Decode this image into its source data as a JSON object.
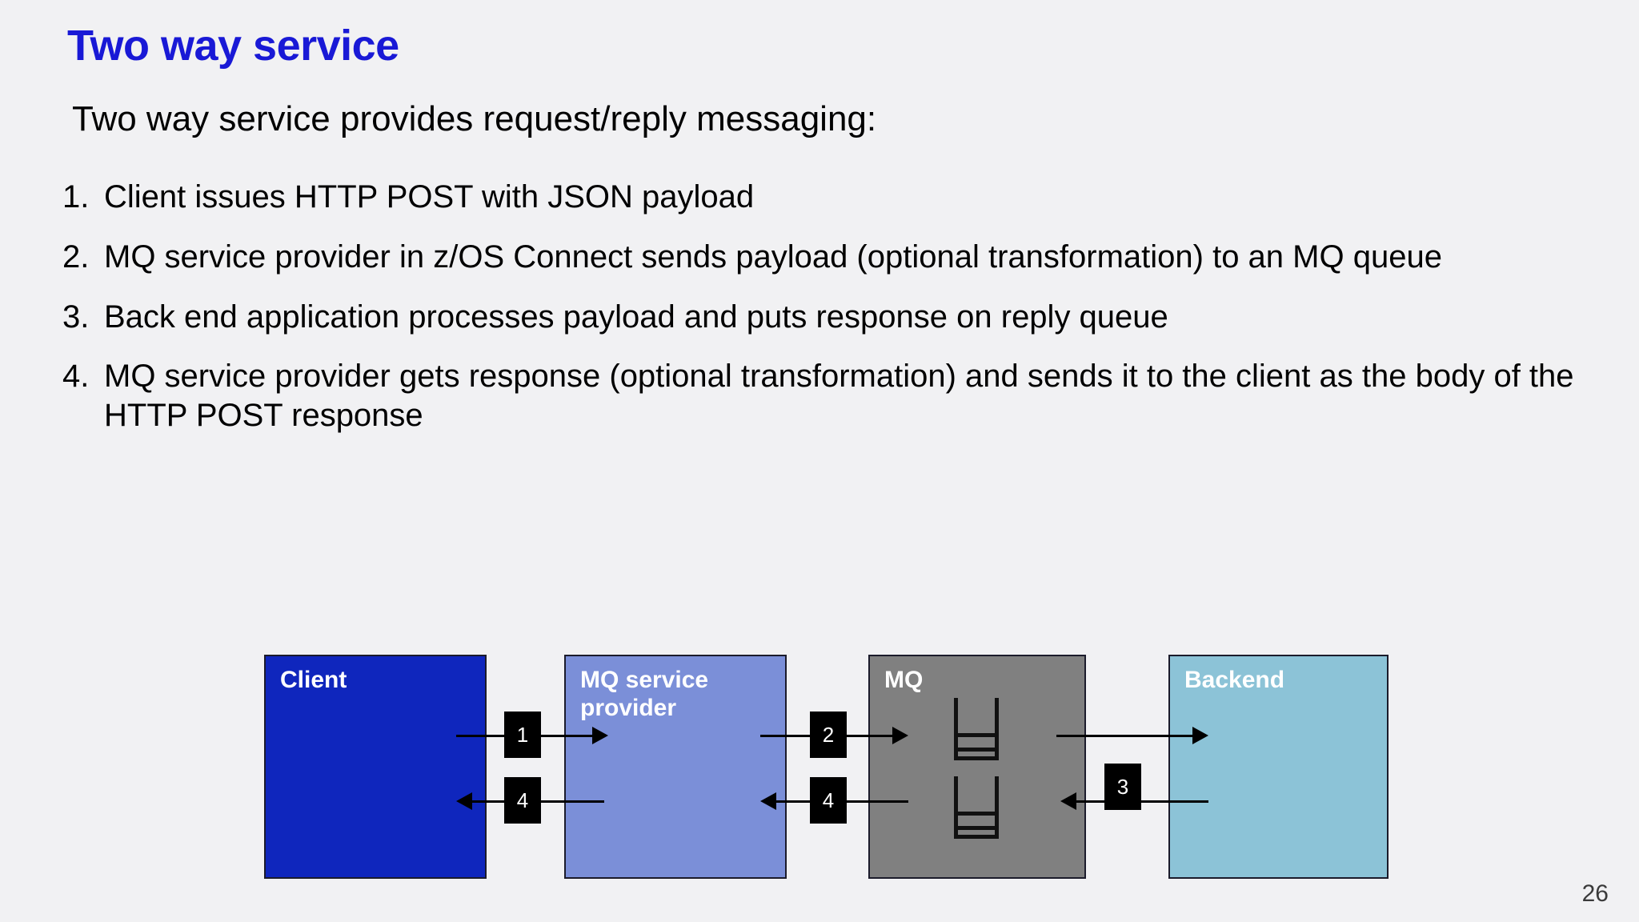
{
  "slide": {
    "title": "Two way service",
    "intro": "Two way service provides request/reply messaging:",
    "page_number": "26",
    "title_color": "#1919d6",
    "background_color": "#f1f1f3"
  },
  "steps": [
    {
      "number": "1.",
      "text": "Client issues HTTP POST with JSON payload"
    },
    {
      "number": "2.",
      "text": "MQ service provider in z/OS Connect sends payload (optional transformation) to an MQ queue"
    },
    {
      "number": "3.",
      "text": "Back end application processes payload and puts response on reply queue"
    },
    {
      "number": "4.",
      "text": "MQ service provider gets response (optional transformation) and sends it to the client as the body of the HTTP POST response"
    }
  ],
  "diagram": {
    "nodes": [
      {
        "id": "client",
        "label": "Client",
        "color": "#0f26bd"
      },
      {
        "id": "provider",
        "label": "MQ service provider",
        "color": "#7b8fd8"
      },
      {
        "id": "mq",
        "label": "MQ",
        "color": "#808080"
      },
      {
        "id": "backend",
        "label": "Backend",
        "color": "#8cc3d7"
      }
    ],
    "badges": [
      {
        "id": "badge-1",
        "label": "1"
      },
      {
        "id": "badge-2",
        "label": "2"
      },
      {
        "id": "badge-3",
        "label": "3"
      },
      {
        "id": "badge-4-left",
        "label": "4"
      },
      {
        "id": "badge-4-middle",
        "label": "4"
      }
    ],
    "queues": [
      {
        "id": "request-queue"
      },
      {
        "id": "reply-queue"
      }
    ]
  }
}
